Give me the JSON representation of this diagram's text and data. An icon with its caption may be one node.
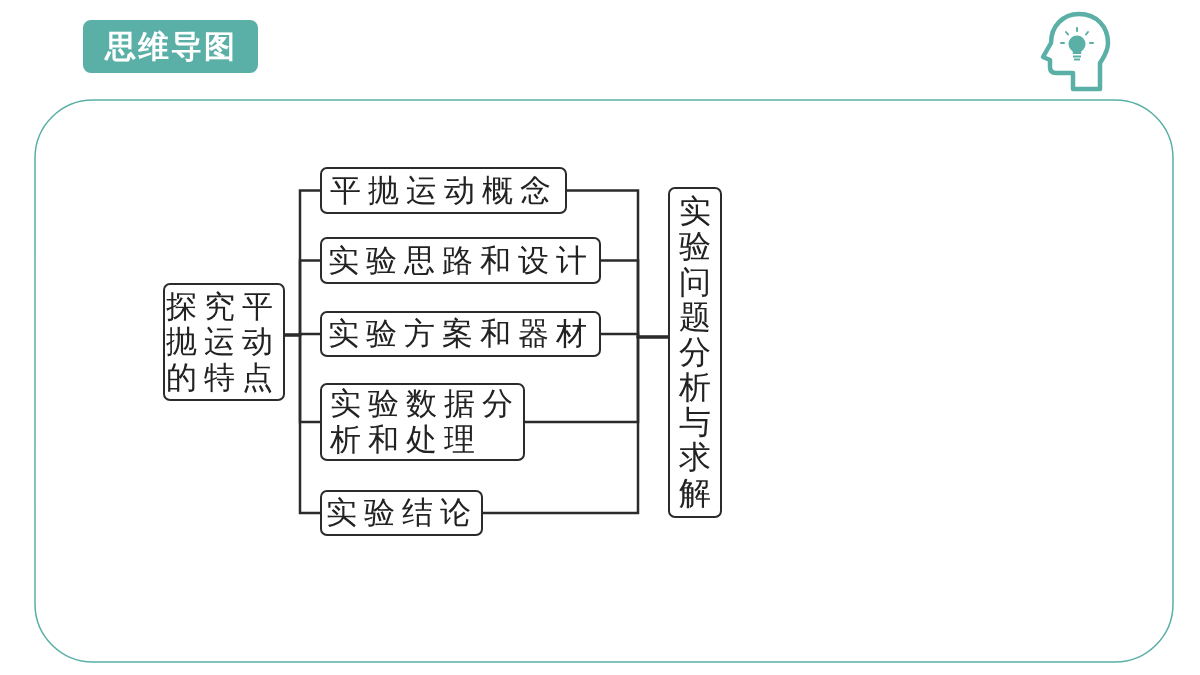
{
  "diagram": {
    "title": "思维导图",
    "nodes": [
      {
        "text": [
          "探究平抛运动的特点"
        ]
      },
      {
        "text": [
          "平抛运动概念"
        ]
      },
      {
        "text": [
          "实验思路和设计"
        ]
      },
      {
        "text": [
          "实验方案和器材"
        ]
      },
      {
        "text": [
          "实验数据分析和处理"
        ]
      },
      {
        "text": [
          "实验结论"
        ]
      },
      {
        "text": [
          "实验问题分析与求解"
        ]
      }
    ],
    "edges": [
      {
        "from": 0,
        "to": 1,
        "arrow": "none"
      },
      {
        "from": 0,
        "to": 2,
        "arrow": "none"
      },
      {
        "from": 0,
        "to": 3,
        "arrow": "none"
      },
      {
        "from": 0,
        "to": 4,
        "arrow": "none"
      },
      {
        "from": 0,
        "to": 5,
        "arrow": "none"
      },
      {
        "from": 1,
        "to": 6,
        "arrow": "none"
      },
      {
        "from": 2,
        "to": 6,
        "arrow": "none"
      },
      {
        "from": 3,
        "to": 6,
        "arrow": "none"
      },
      {
        "from": 4,
        "to": 6,
        "arrow": "none"
      },
      {
        "from": 5,
        "to": 6,
        "arrow": "none"
      }
    ]
  }
}
